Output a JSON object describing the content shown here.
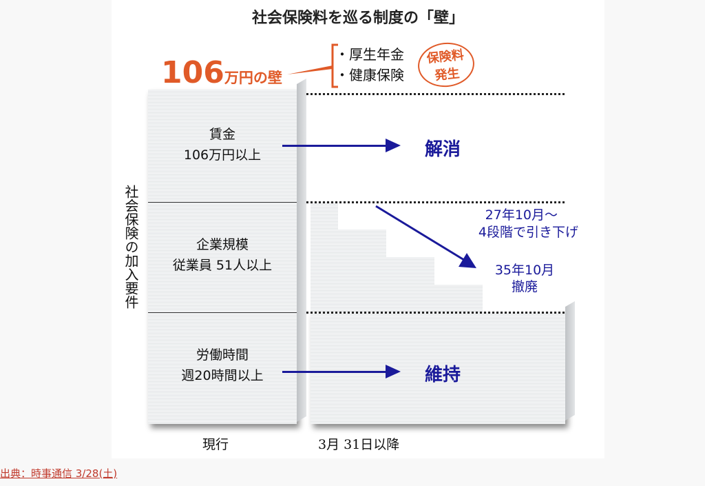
{
  "title": "社会保険料を巡る制度の「壁」",
  "wall_label": {
    "number": "106",
    "suffix": "万円の壁"
  },
  "bracket_items": [
    "・厚生年金",
    "・健康保険"
  ],
  "stamp": [
    "保険料",
    "発生"
  ],
  "vertical_label": "社会保険の加入要件",
  "rows": [
    {
      "line1": "賃金",
      "line2": "106万円以上",
      "result": "解消"
    },
    {
      "line1": "企業規模",
      "line2": "従業員 51人以上",
      "note": [
        "27年10月～",
        "4段階で引き下げ"
      ],
      "result": [
        "35年10月",
        "撤廃"
      ]
    },
    {
      "line1": "労働時間",
      "line2": "週20時間以上",
      "result": "維持"
    }
  ],
  "columns": [
    "現行",
    "3月 31日以降"
  ],
  "source_link": "出典：時事通信 3/28(土)",
  "colors": {
    "accent": "#e05a28",
    "arrow": "#1a1a9a"
  }
}
